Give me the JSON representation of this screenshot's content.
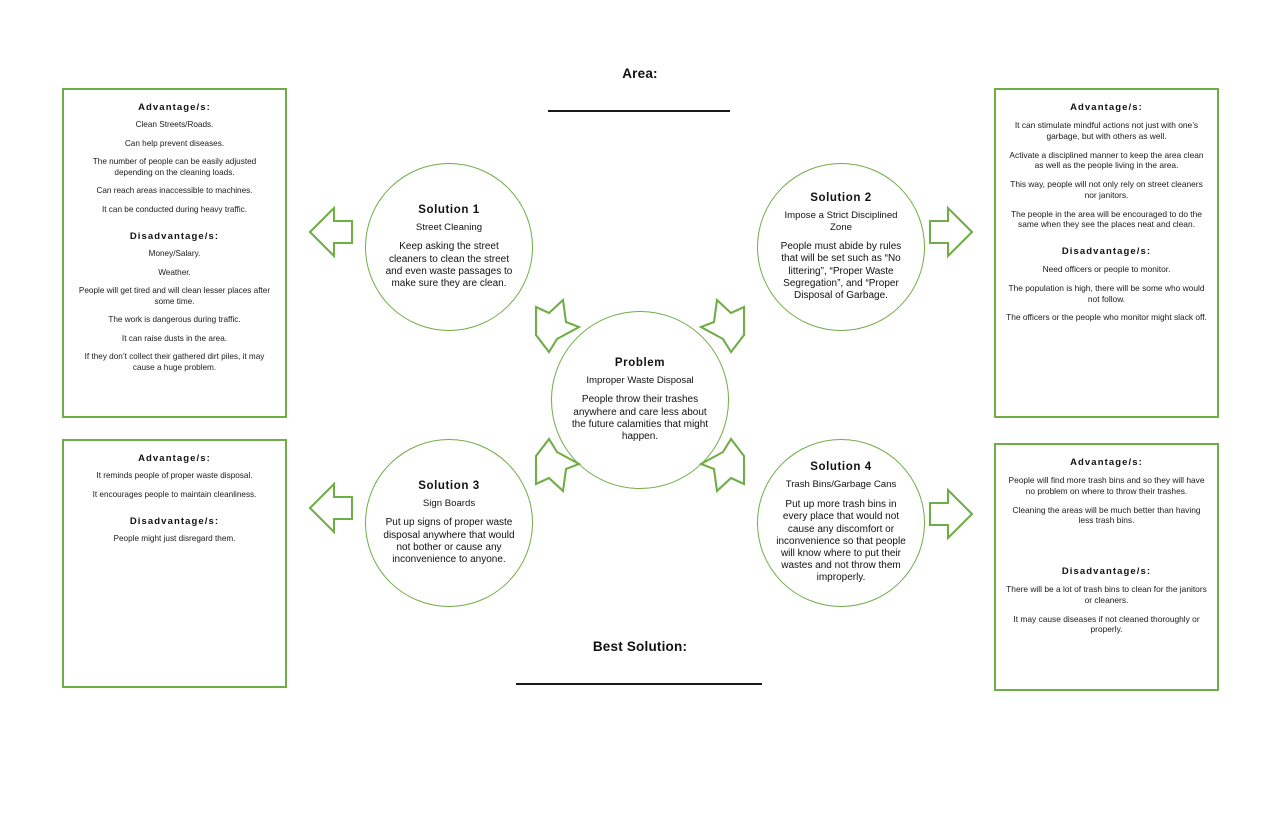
{
  "header": {
    "title": "Area:",
    "rule": "blank-line"
  },
  "footer": {
    "title": "Best Solution:",
    "rule": "blank-line"
  },
  "labels": {
    "advantage": "Advantage/s:",
    "disadvantage": "Disadvantage/s:"
  },
  "colors": {
    "accent_green": "#70AD47",
    "text": "#111111",
    "rule": "#1a1a1a",
    "background": "#ffffff"
  },
  "problem": {
    "title": "Problem",
    "subtitle": "Improper Waste Disposal",
    "body": "People throw their trashes anywhere and care less about the future calamities that might happen."
  },
  "solutions": [
    {
      "id": "solution-1",
      "title": "Solution 1",
      "subtitle": "Street Cleaning",
      "body": "Keep asking the street cleaners to clean the street and even waste passages to make sure they are clean.",
      "advantages": [
        "Clean Streets/Roads.",
        "Can help prevent diseases.",
        "The number of people can be easily adjusted depending on the cleaning loads.",
        "Can reach areas inaccessible to machines.",
        "It can be conducted during heavy traffic."
      ],
      "disadvantages": [
        "Money/Salary.",
        "Weather.",
        "People will get tired and will clean lesser places after some time.",
        "The work is dangerous during traffic.",
        "It can raise dusts in the area.",
        "If they don’t collect their gathered dirt piles, it may cause a huge problem."
      ]
    },
    {
      "id": "solution-2",
      "title": "Solution 2",
      "subtitle": "Impose a Strict Disciplined Zone",
      "body": "People must abide by rules that will be set such as “No littering”, “Proper Waste Segregation”, and “Proper Disposal of Garbage.",
      "advantages": [
        "It can stimulate mindful actions not just with one’s garbage, but with others as well.",
        "Activate a disciplined manner to keep the area clean as well as the people living in the area.",
        "This way, people will not only rely on street cleaners nor janitors.",
        "The people in the area will be encouraged to do the same when they see the places neat and clean."
      ],
      "disadvantages": [
        "Need officers or people to monitor.",
        "The population is high, there will be some who would not follow.",
        "The officers or the people who monitor might slack off."
      ]
    },
    {
      "id": "solution-3",
      "title": "Solution 3",
      "subtitle": "Sign Boards",
      "body": "Put up signs of proper waste disposal anywhere that would not bother or cause any inconvenience to anyone.",
      "advantages": [
        "It reminds people of proper waste disposal.",
        "It encourages people to maintain cleanliness."
      ],
      "disadvantages": [
        "People might just disregard them."
      ]
    },
    {
      "id": "solution-4",
      "title": "Solution 4",
      "subtitle": "Trash Bins/Garbage Cans",
      "body": "Put up more trash bins in every place that would not cause any discomfort or inconvenience so that people will know where to put their wastes and not throw them improperly.",
      "advantages": [
        "People will find more trash bins and so they will have no problem on where to throw their trashes.",
        "Cleaning the areas will be much better than having less trash bins."
      ],
      "disadvantages": [
        "There will be a lot of trash bins to clean for the janitors or cleaners.",
        "It may cause diseases if not cleaned thoroughly or properly."
      ]
    }
  ],
  "arrows": [
    {
      "name": "arrow-solution1-to-box1",
      "direction": "left"
    },
    {
      "name": "arrow-solution2-to-box2",
      "direction": "right"
    },
    {
      "name": "arrow-solution3-to-box3",
      "direction": "left"
    },
    {
      "name": "arrow-solution4-to-box4",
      "direction": "right"
    },
    {
      "name": "arrow-problem-to-solution1",
      "direction": "up-left"
    },
    {
      "name": "arrow-problem-to-solution2",
      "direction": "up-right"
    },
    {
      "name": "arrow-problem-to-solution3",
      "direction": "down-left"
    },
    {
      "name": "arrow-problem-to-solution4",
      "direction": "down-right"
    }
  ]
}
